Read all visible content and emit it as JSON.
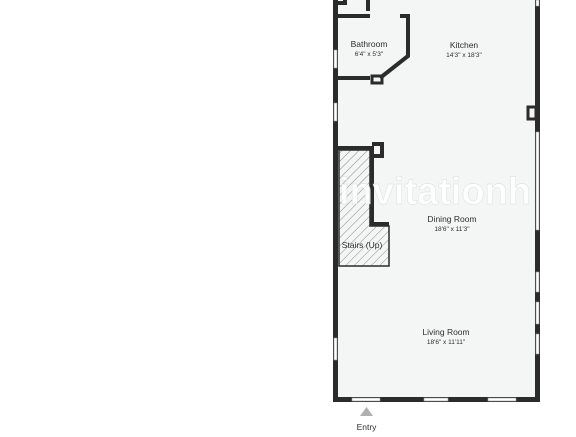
{
  "floorplan": {
    "rooms": [
      {
        "id": "bathroom",
        "name": "Bathroom",
        "dims": "6'4\" x 5'3\""
      },
      {
        "id": "kitchen",
        "name": "Kitchen",
        "dims": "14'3\" x 18'3\""
      },
      {
        "id": "dining",
        "name": "Dining Room",
        "dims": "18'6\" x 11'3\""
      },
      {
        "id": "stairs",
        "name": "Stairs (Up)"
      },
      {
        "id": "living",
        "name": "Living Room",
        "dims": "18'6\" x 11'11\""
      }
    ],
    "entry_label": "Entry",
    "watermark": "invitationh",
    "colors": {
      "floor": "#f4f5f5",
      "wall": "#2b2b2b",
      "text": "#2e2e2e",
      "window": "#ffffff",
      "stairs_hatch": "#8a8a8a",
      "entry_arrow": "#b0b0b0"
    }
  }
}
